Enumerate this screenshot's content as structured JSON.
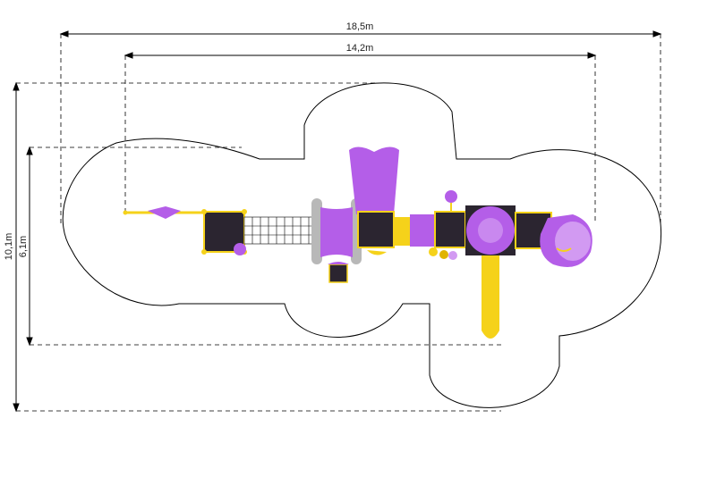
{
  "dimensions": {
    "overall_width": "18,5m",
    "equipment_width": "14,2m",
    "overall_depth": "10,1m",
    "equipment_depth": "6,1m"
  },
  "colors": {
    "purple": "#b45ee8",
    "purple_light": "#d29af2",
    "yellow": "#f5d21a",
    "yellow_dark": "#e0b400",
    "dark_panel": "#2b2530",
    "grey": "#b8b8b8",
    "outline": "#000000"
  }
}
